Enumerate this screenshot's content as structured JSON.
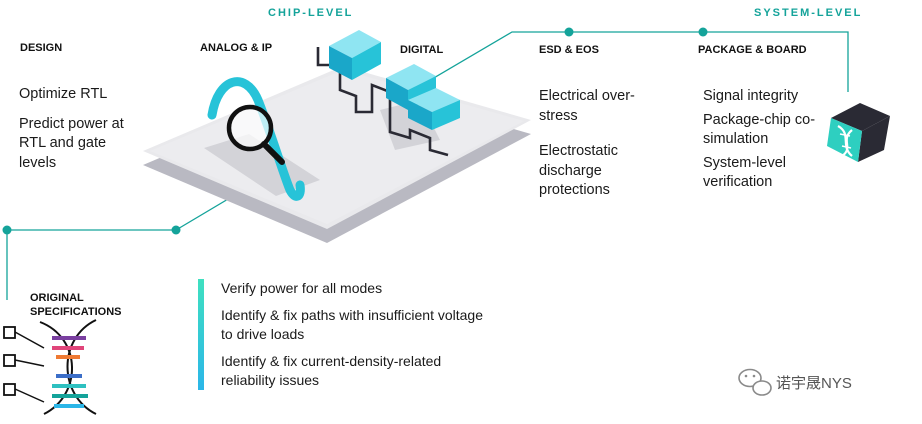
{
  "levels": {
    "chip": "CHIP-LEVEL",
    "system": "SYSTEM-LEVEL"
  },
  "design": {
    "heading": "DESIGN",
    "items": [
      "Optimize RTL",
      "Predict power at RTL and gate levels"
    ]
  },
  "analog_ip": {
    "heading": "ANALOG & IP"
  },
  "digital": {
    "heading": "DIGITAL"
  },
  "esd_eos": {
    "heading": "ESD & EOS",
    "items": [
      "Electrical over-stress",
      "Electrostatic discharge protections"
    ]
  },
  "package_board": {
    "heading": "PACKAGE & BOARD",
    "items": [
      "Signal integrity",
      "Package-chip co-simulation",
      "System-level verification"
    ]
  },
  "original_specs": {
    "heading": "ORIGINAL SPECIFICATIONS"
  },
  "verification": {
    "items": [
      "Verify power for all modes",
      "Identify & fix paths with insufficient voltage to drive loads",
      "Identify & fix current-density-related reliability issues"
    ]
  },
  "watermark": {
    "text": "诺宇晟NYS"
  },
  "colors": {
    "teal": "#14a39a",
    "cyan": "#27c3d8",
    "platform_top": "#e9e9ec",
    "platform_shadow": "#b9b9c2"
  },
  "icons": [
    "magnifier-icon",
    "dna-cube-icon",
    "spec-dna-icon",
    "wechat-icon"
  ]
}
